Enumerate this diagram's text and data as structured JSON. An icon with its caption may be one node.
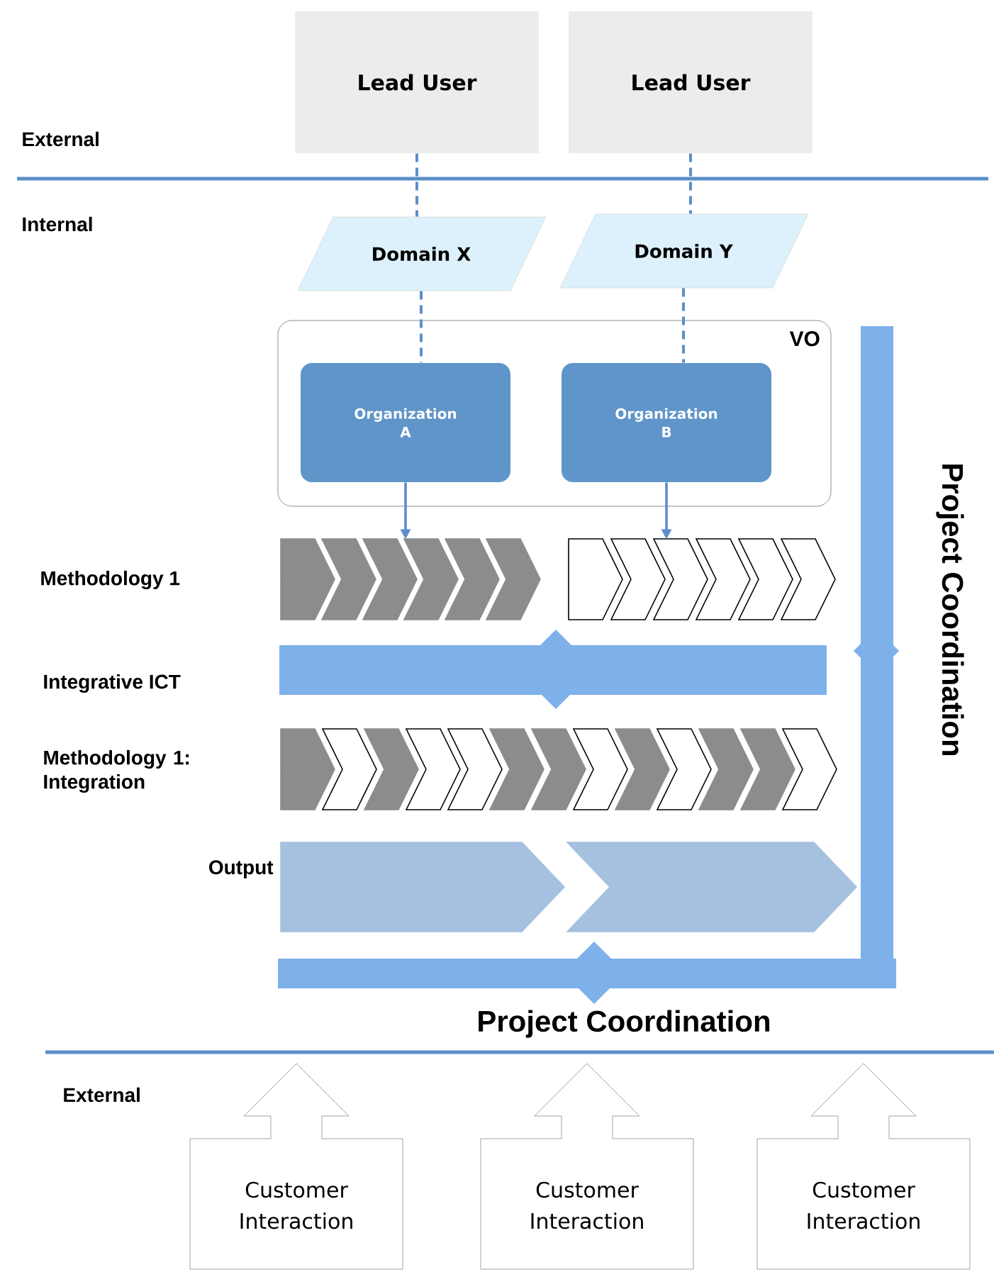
{
  "diagram": {
    "nodes": [
      {
        "text": [
          "Lead User"
        ]
      },
      {
        "text": [
          "Lead User"
        ]
      },
      {
        "text": [
          "Domain X"
        ]
      },
      {
        "text": [
          "Domain Y"
        ]
      },
      {
        "text": [
          "VO"
        ]
      },
      {
        "text": [
          "Organization A"
        ],
        "in": 4
      },
      {
        "text": [
          "Organization B"
        ],
        "in": 4
      },
      {
        "text": [],
        "shape": "chevron"
      },
      {
        "text": [],
        "shape": "chevron"
      },
      {
        "text": [
          "Customer Interaction"
        ]
      },
      {
        "text": [
          "Customer Interaction"
        ]
      },
      {
        "text": [
          "Customer Interaction"
        ]
      }
    ],
    "edges": [
      {
        "from": 0,
        "to": 2,
        "arrow": "none",
        "style": "dashed"
      },
      {
        "from": 2,
        "to": 5,
        "arrow": "none",
        "style": "dashed"
      },
      {
        "from": 1,
        "to": 3,
        "arrow": "none",
        "style": "dashed"
      },
      {
        "from": 3,
        "to": 6,
        "arrow": "none",
        "style": "dashed"
      },
      {
        "from": 5,
        "to": 7,
        "arrow": "to"
      },
      {
        "from": 6,
        "to": 8,
        "arrow": "to"
      }
    ],
    "labels": [
      "External",
      "Internal",
      "Methodology 1",
      "Integrative ICT",
      "Project Coordination",
      "Methodology 1: Integration",
      "Output",
      "Project Coordination",
      "External"
    ]
  }
}
